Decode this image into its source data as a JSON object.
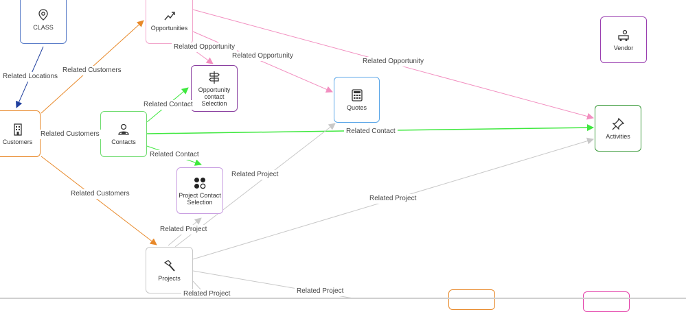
{
  "colors": {
    "orange": "#e8892a",
    "pink": "#f28fc0",
    "green": "#3ee83e",
    "gray": "#c8c8c8",
    "blue": "#1f3f9e",
    "purple": "#8a3fa0",
    "lightblue": "#5aa6e8",
    "darkgreen": "#3a9a3a"
  },
  "nodes": {
    "class": {
      "label": "CLASS",
      "icon": "location-pin-icon"
    },
    "opportunities": {
      "label": "Opportunities",
      "icon": "trend-chart-icon"
    },
    "vendor": {
      "label": "Vendor",
      "icon": "truck-person-icon"
    },
    "opp_contact": {
      "label": "Opportunity contact Selection",
      "icon": "signpost-icon"
    },
    "quotes": {
      "label": "Quotes",
      "icon": "calculator-icon"
    },
    "customers": {
      "label": "Customers",
      "icon": "building-icon"
    },
    "contacts": {
      "label": "Contacts",
      "icon": "contact-person-icon"
    },
    "activities": {
      "label": "Activities",
      "icon": "pin-icon"
    },
    "proj_contact": {
      "label": "Project Contact Selection",
      "icon": "shapes-icon"
    },
    "projects": {
      "label": "Projects",
      "icon": "hammer-icon"
    }
  },
  "edge_labels": {
    "related_locations": "Related Locations",
    "related_customers_opp": "Related Customers",
    "related_customers_contacts": "Related Customers",
    "related_customers_projects": "Related Customers",
    "related_opportunity_1": "Related Opportunity",
    "related_opportunity_2": "Related Opportunity",
    "related_opportunity_3": "Related Opportunity",
    "related_contact_1": "Related Contact",
    "related_contact_2": "Related Contact",
    "related_contact_3": "Related Contact",
    "related_project_1": "Related Project",
    "related_project_2": "Related Project",
    "related_project_3": "Related Project",
    "related_project_4": "Related Project",
    "related_project_5": "Related Project"
  }
}
